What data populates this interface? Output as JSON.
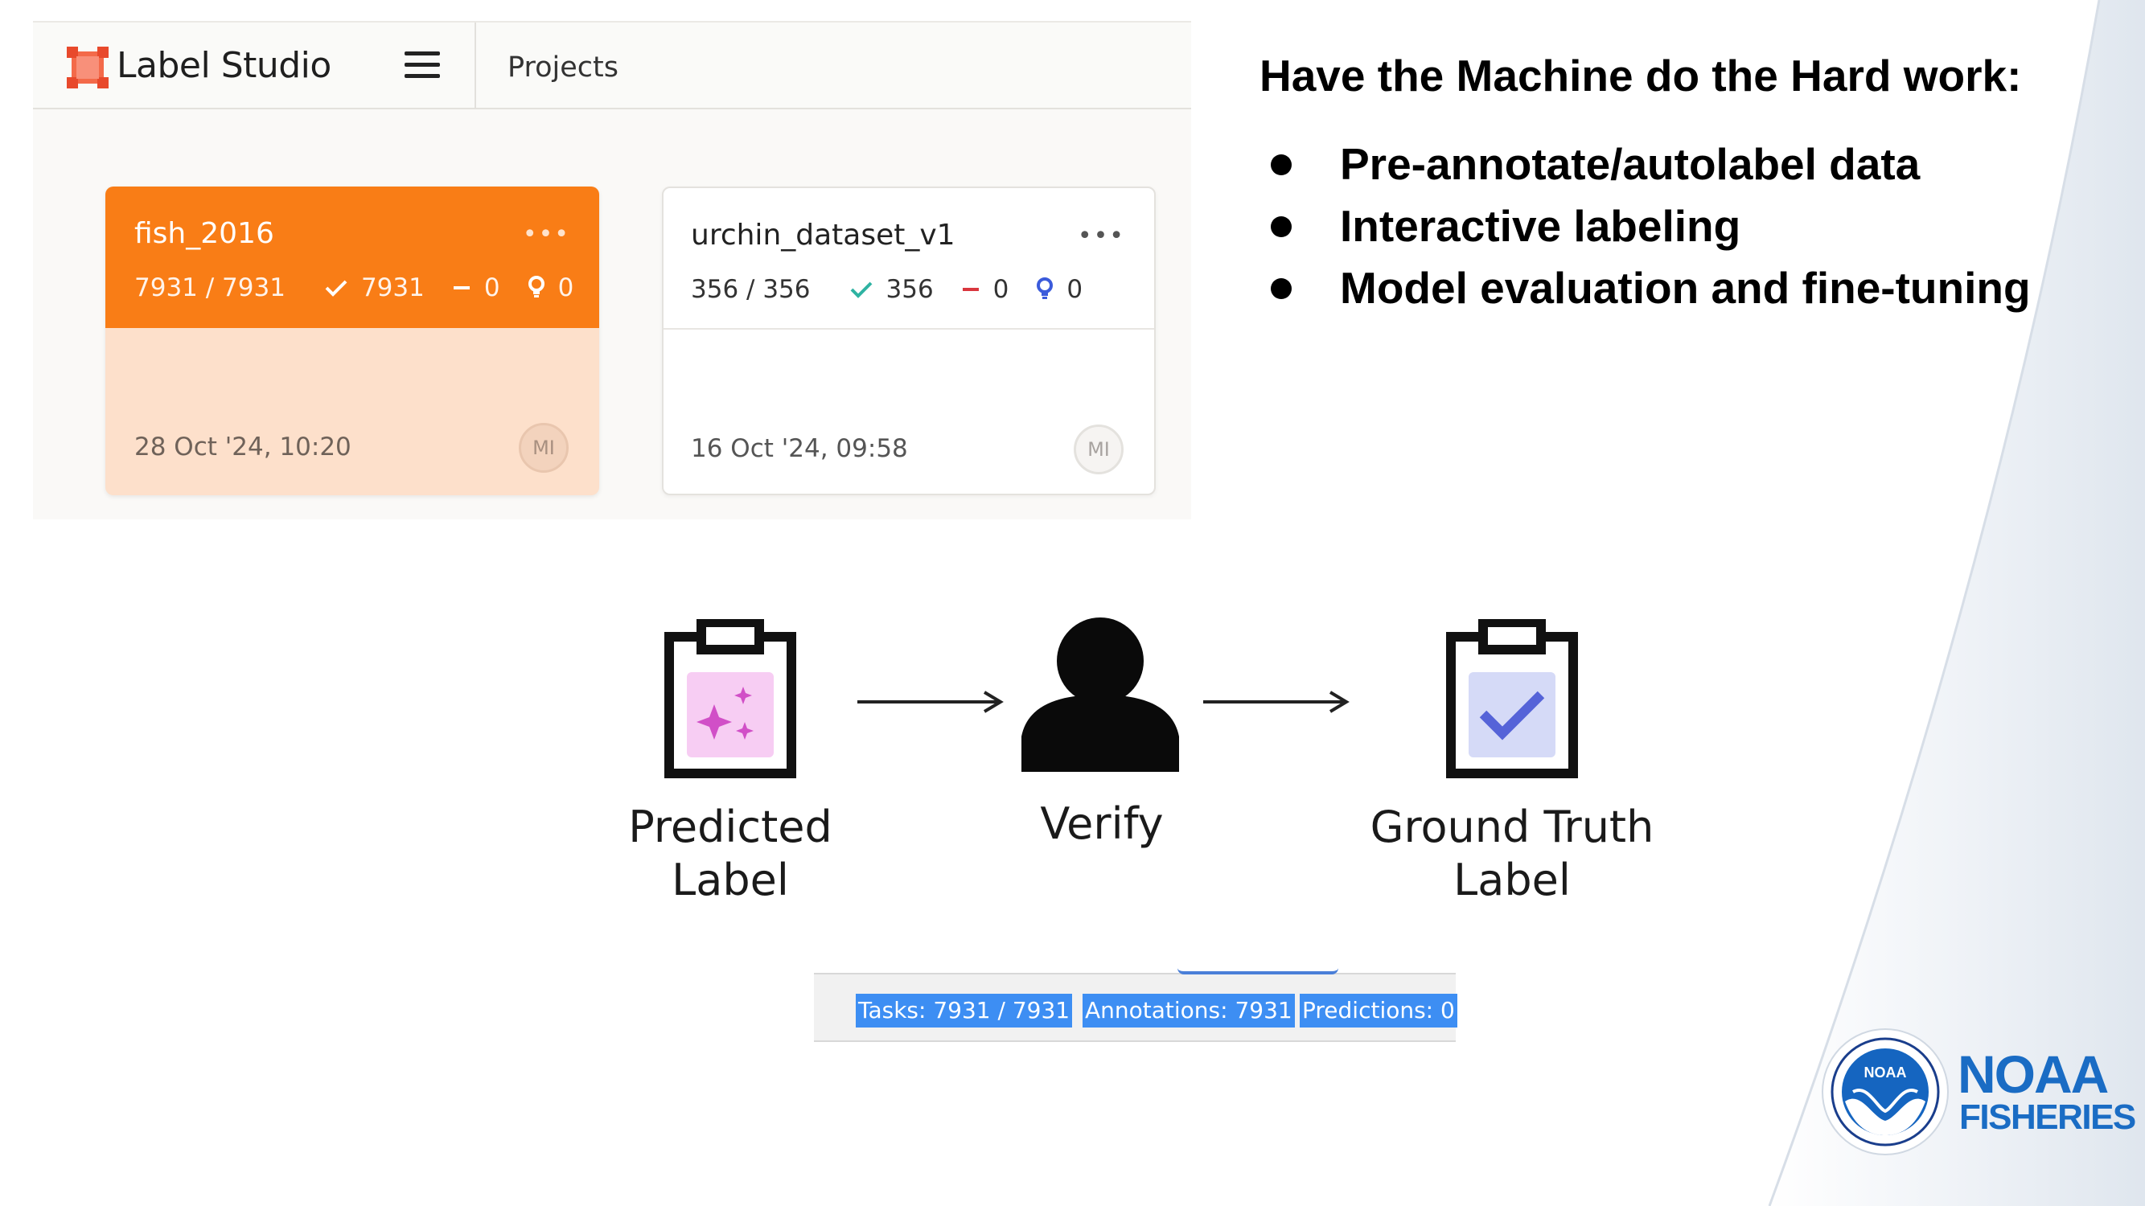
{
  "app": {
    "brand": "Label Studio",
    "nav_projects": "Projects"
  },
  "projects": [
    {
      "title": "fish_2016",
      "tasks": "7931 / 7931",
      "annotations": "7931",
      "skipped": "0",
      "predictions": "0",
      "date": "28 Oct '24, 10:20",
      "owner_initials": "MI"
    },
    {
      "title": "urchin_dataset_v1",
      "tasks": "356 / 356",
      "annotations": "356",
      "skipped": "0",
      "predictions": "0",
      "date": "16 Oct '24, 09:58",
      "owner_initials": "MI"
    }
  ],
  "card_menu_glyph": "•••",
  "slide": {
    "headline": "Have the Machine do the Hard work:",
    "bullets": [
      "Pre-annotate/autolabel data",
      "Interactive labeling",
      "Model evaluation and fine-tuning"
    ]
  },
  "workflow": {
    "steps": [
      {
        "line1": "Predicted",
        "line2": "Label",
        "icon": "clipboard-sparkle-icon"
      },
      {
        "line1": "Verify",
        "line2": "",
        "icon": "person-icon"
      },
      {
        "line1": "Ground Truth",
        "line2": "Label",
        "icon": "clipboard-check-icon"
      }
    ]
  },
  "status_bar": {
    "tasks": "Tasks: 7931 / 7931",
    "annotations": "Annotations: 7931",
    "predictions": "Predictions: 0"
  },
  "logo": {
    "seal_text": "NOAA",
    "wordmark": "NOAA",
    "subtitle": "FISHERIES"
  },
  "colors": {
    "accent_orange": "#f97d16",
    "card_peach": "#fde0cb",
    "check_teal": "#2fb3a2",
    "skip_red": "#d9363e",
    "prediction_blue": "#3b5bdb",
    "noaa_blue": "#1a6cc4",
    "status_chip_blue": "#3d8ef3"
  }
}
